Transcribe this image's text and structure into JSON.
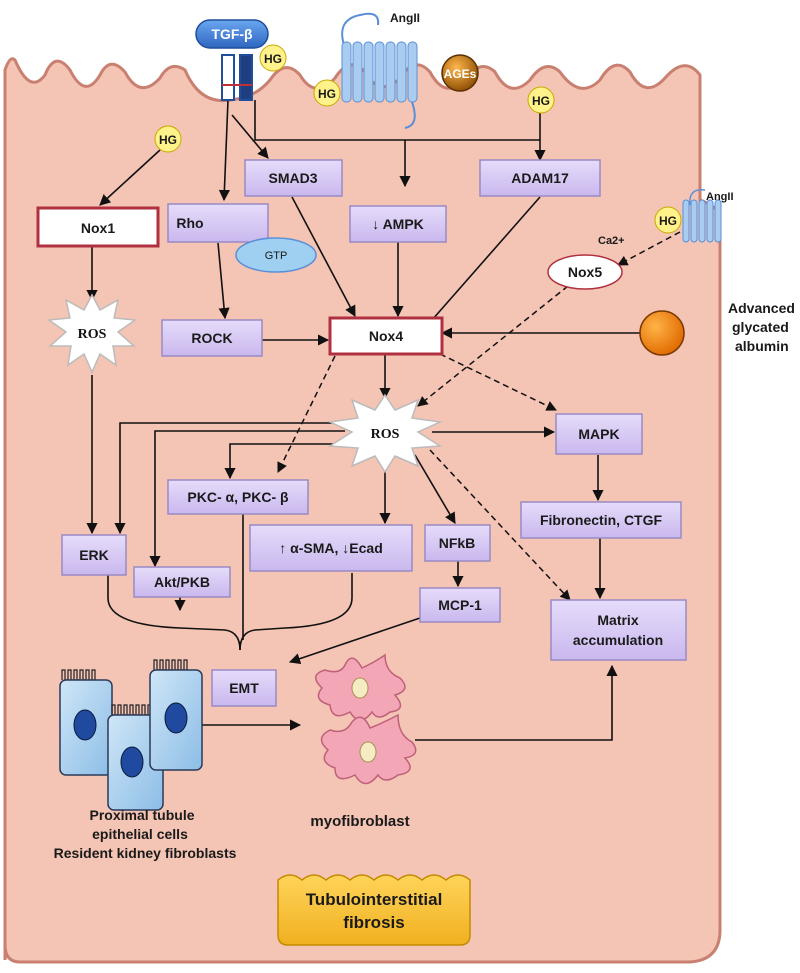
{
  "receptor": {
    "tgf_beta": "TGF-β",
    "angII_top": "AngII",
    "angII_side": "AngII",
    "ages": "AGEs",
    "hg": "HG",
    "ca2": "Ca2+"
  },
  "nodes": {
    "nox1": "Nox1",
    "rho": "Rho",
    "gtp": "GTP",
    "smad3": "SMAD3",
    "ampk": "↓ AMPK",
    "adam17": "ADAM17",
    "nox5": "Nox5",
    "rock": "ROCK",
    "nox4": "Nox4",
    "ros_left": "ROS",
    "ros_center": "ROS",
    "mapk": "MAPK",
    "pkc": "PKC- α, PKC- β",
    "sma": "↑ α-SMA,  ↓Ecad",
    "nfkb": "NFkB",
    "erk": "ERK",
    "akt": "Akt/PKB",
    "mcp1": "MCP-1",
    "fibronectin": "Fibronectin, CTGF",
    "matrix_1": "Matrix",
    "matrix_2": "accumulation",
    "emt": "EMT"
  },
  "labels": {
    "advanced_1": "Advanced",
    "advanced_2": "glycated",
    "advanced_3": "albumin",
    "cells_1": "Proximal tubule",
    "cells_2": "epithelial cells",
    "cells_3": "Resident kidney fibroblasts",
    "myofibroblast": "myofibroblast",
    "fibrosis_1": "Tubulointerstitial",
    "fibrosis_2": "fibrosis"
  },
  "colors": {
    "cell_fill": "#f4c4b4",
    "cell_stroke": "#c98070",
    "box_fill": "#d9ccf3",
    "box_stroke": "#9a8ac4",
    "nox_border": "#b03040",
    "hg_fill": "#fff28a",
    "tgf_fill": "#3f7fd6",
    "fibrosis_fill": "#f5c842"
  }
}
